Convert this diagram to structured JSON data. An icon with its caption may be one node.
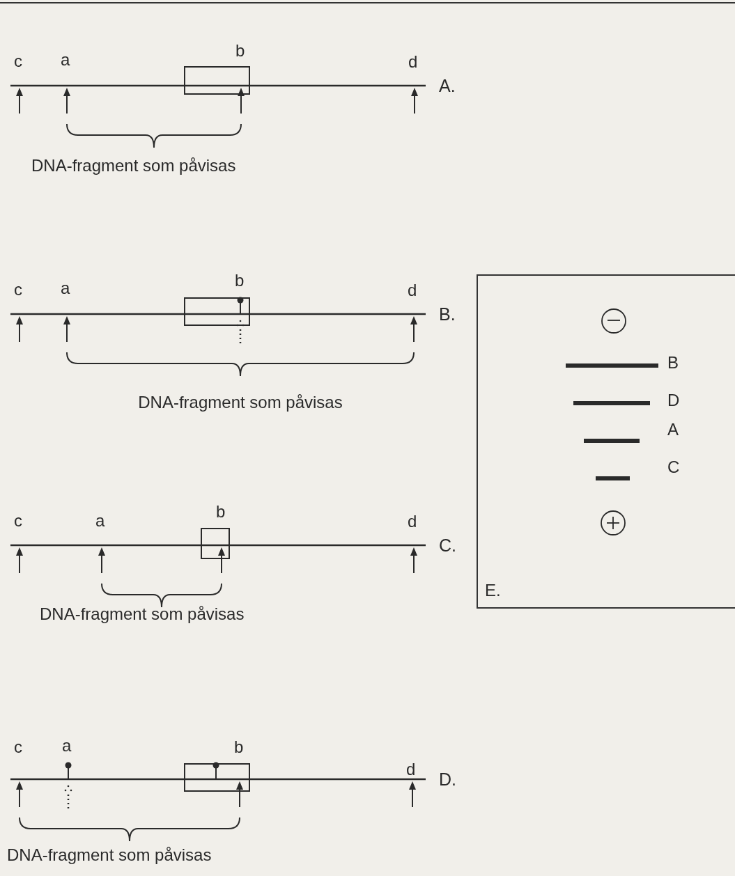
{
  "diagram": {
    "nodes": [
      {
        "text": [
          "E."
        ]
      },
      {
        "text": [],
        "shape": "box"
      },
      {
        "text": [],
        "shape": "box"
      },
      {
        "text": [],
        "shape": "box"
      },
      {
        "text": [],
        "shape": "box"
      }
    ],
    "labels": [
      "c",
      "a",
      "b",
      "d",
      "A.",
      "DNA-fragment som påvisas",
      "c",
      "a",
      "b",
      "d",
      "B.",
      "DNA-fragment som påvisas",
      "c",
      "a",
      "b",
      "d",
      "C.",
      "DNA-fragment som påvisas",
      "c",
      "a",
      "b",
      "d",
      "D.",
      "DNA-fragment som påvisas",
      "B",
      "D",
      "A",
      "C"
    ]
  }
}
